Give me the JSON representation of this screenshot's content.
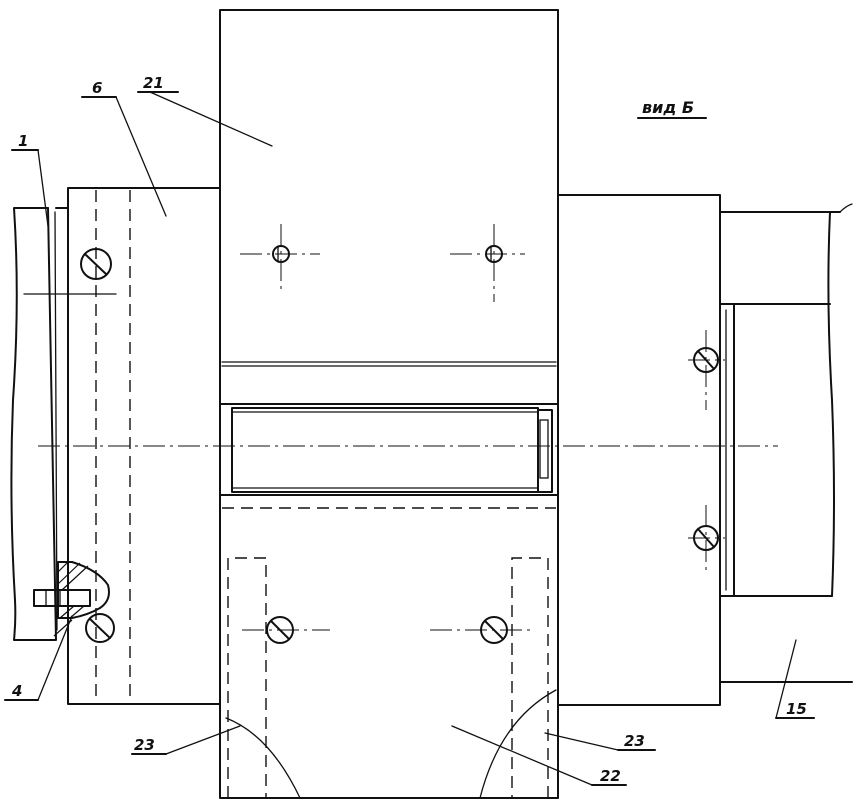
{
  "view_title": "вид Б",
  "callouts": {
    "c1": "1",
    "c6": "6",
    "c21": "21",
    "c4": "4",
    "c23a": "23",
    "c22": "22",
    "c23b": "23",
    "c15": "15"
  }
}
